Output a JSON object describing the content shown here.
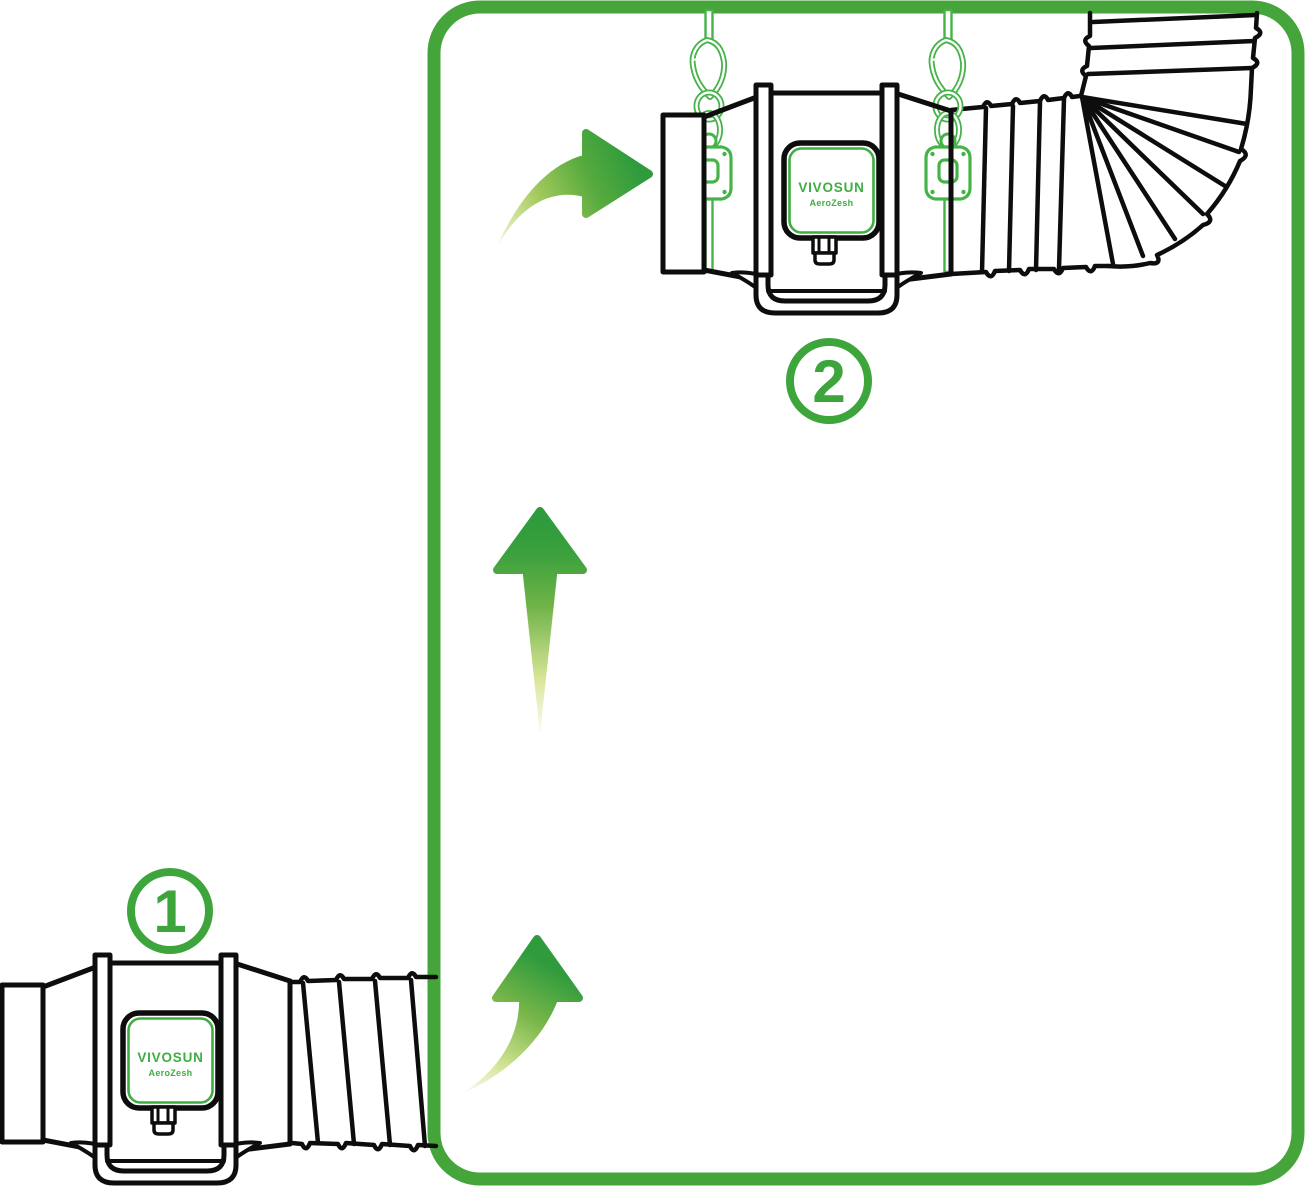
{
  "panel": {
    "border_color": "#45a53a"
  },
  "steps": {
    "step1": {
      "badge": "1",
      "device": {
        "logo": "VIVOSUN",
        "series": "AeroZesh"
      }
    },
    "step2": {
      "badge": "2",
      "device": {
        "logo": "VIVOSUN",
        "series": "AeroZesh"
      }
    }
  },
  "colors": {
    "outline_black": "#0d0d0d",
    "rope_green": "#46b349",
    "logo_green": "#3fae42",
    "badge_green": "#3da53c",
    "arrow_green_dark": "#2f9b3c",
    "arrow_green_light": "#eef3c9"
  },
  "icons": {
    "arrow_icons": [
      "arrow-curved-right-icon",
      "arrow-up-icon",
      "arrow-curved-up-icon"
    ],
    "hardware_icons": [
      "carabiner-icon",
      "chain-link-icon",
      "rope-ratchet-icon"
    ]
  }
}
